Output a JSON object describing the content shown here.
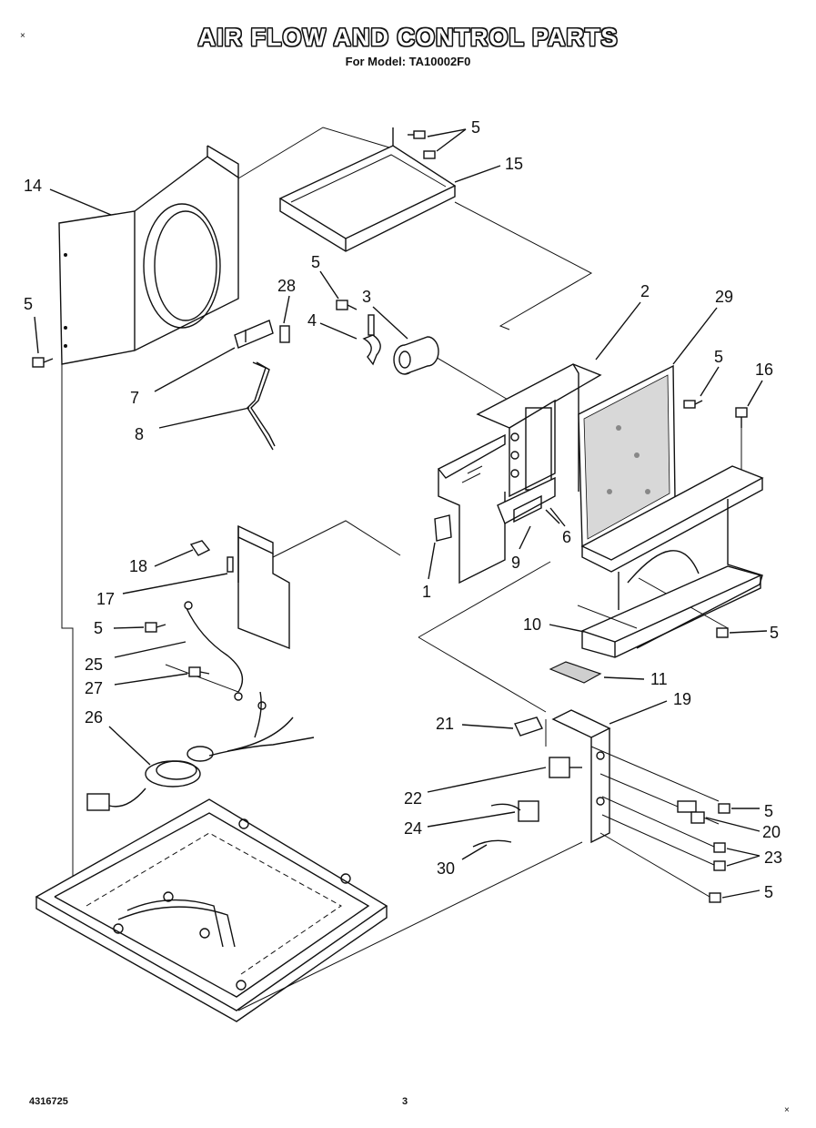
{
  "title": "AIR FLOW AND CONTROL PARTS",
  "subtitle": "For Model: TA10002F0",
  "doc_number": "4316725",
  "page_number": "3",
  "callouts": [
    "5",
    "15",
    "14",
    "5",
    "28",
    "5",
    "3",
    "4",
    "2",
    "29",
    "5",
    "16",
    "7",
    "8",
    "1",
    "9",
    "6",
    "18",
    "17",
    "5",
    "25",
    "27",
    "10",
    "5",
    "11",
    "26",
    "21",
    "19",
    "22",
    "5",
    "24",
    "20",
    "23",
    "30",
    "5"
  ]
}
